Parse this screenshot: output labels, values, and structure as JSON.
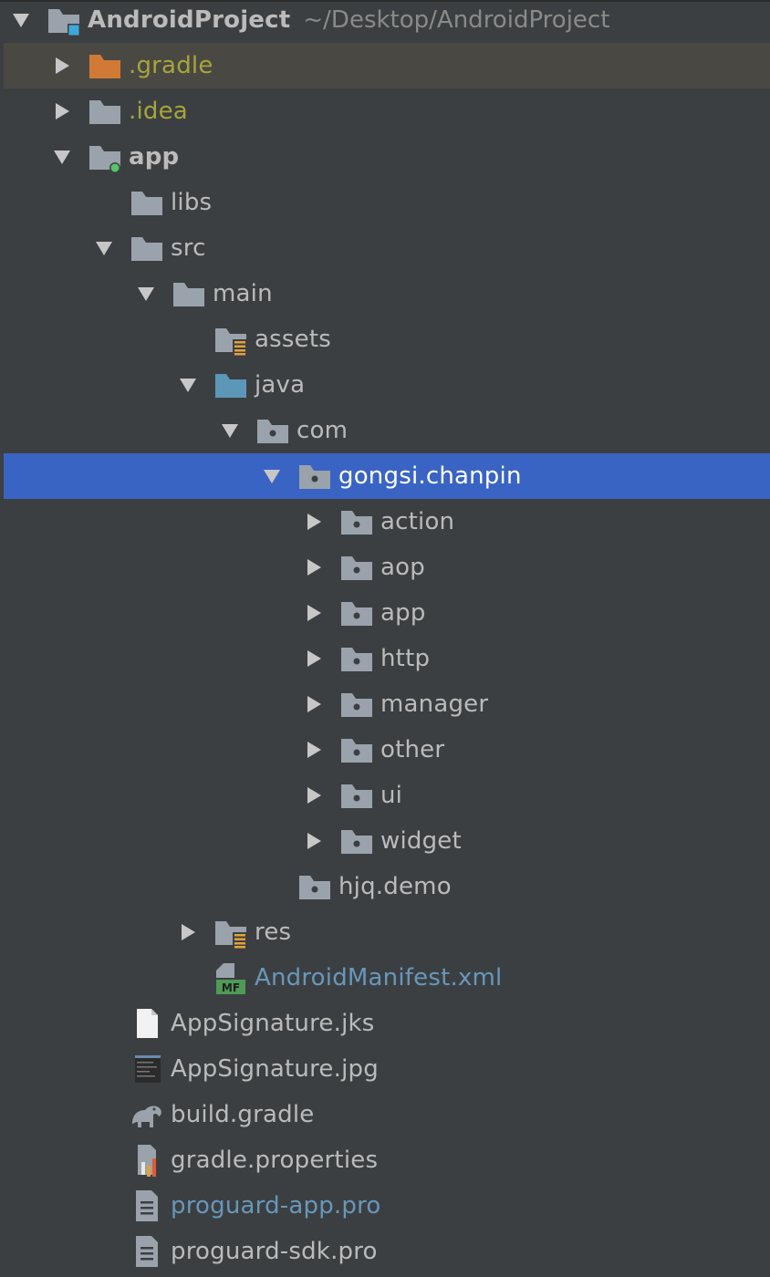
{
  "project_view": {
    "root": {
      "name": "AndroidProject",
      "path": "~/Desktop/AndroidProject"
    },
    "items": [
      {
        "name": ".gradle"
      },
      {
        "name": ".idea"
      },
      {
        "name": "app"
      },
      {
        "name": "libs"
      },
      {
        "name": "src"
      },
      {
        "name": "main"
      },
      {
        "name": "assets"
      },
      {
        "name": "java"
      },
      {
        "name": "com"
      },
      {
        "name": "gongsi.chanpin"
      },
      {
        "name": "action"
      },
      {
        "name": "aop"
      },
      {
        "name": "app"
      },
      {
        "name": "http"
      },
      {
        "name": "manager"
      },
      {
        "name": "other"
      },
      {
        "name": "ui"
      },
      {
        "name": "widget"
      },
      {
        "name": "hjq.demo"
      },
      {
        "name": "res"
      },
      {
        "name": "AndroidManifest.xml"
      },
      {
        "name": "AppSignature.jks"
      },
      {
        "name": "AppSignature.jpg"
      },
      {
        "name": "build.gradle"
      },
      {
        "name": "gradle.properties"
      },
      {
        "name": "proguard-app.pro"
      },
      {
        "name": "proguard-sdk.pro"
      }
    ],
    "selected_item": "gongsi.chanpin",
    "colors": {
      "background": "#3c3f41",
      "selection": "#3a64c4",
      "text": "#bbbbbb",
      "excluded_text": "#a7a53b",
      "vcs_modified_text": "#6897bb"
    }
  }
}
